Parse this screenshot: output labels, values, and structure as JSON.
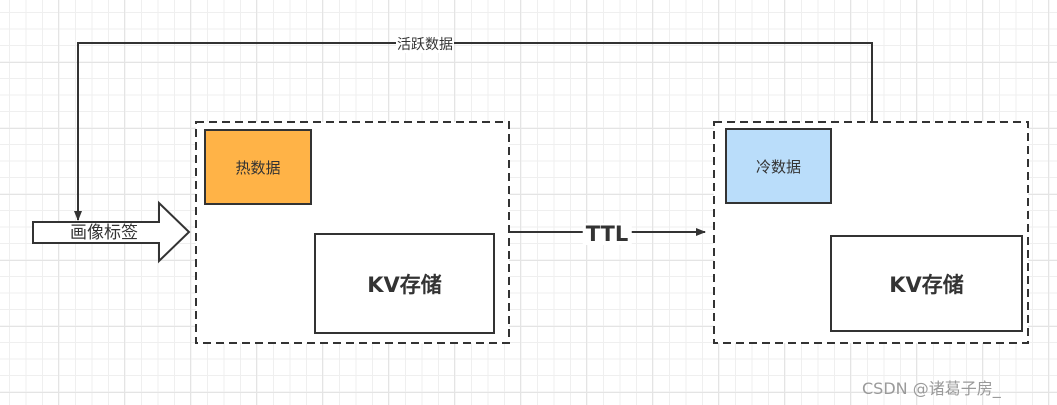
{
  "diagram": {
    "feedback_edge": {
      "label": "活跃数据"
    },
    "input_arrow": {
      "label": "画像标签"
    },
    "hot_tier": {
      "data_box": {
        "label": "热数据",
        "fill": "#FFB347"
      },
      "storage_box": {
        "label": "KV存储"
      }
    },
    "ttl_edge": {
      "label": "TTL"
    },
    "cold_tier": {
      "data_box": {
        "label": "冷数据",
        "fill": "#BADDFA"
      },
      "storage_box": {
        "label": "KV存储"
      }
    }
  },
  "watermark": "CSDN @诸葛子房_",
  "colors": {
    "stroke": "#333333",
    "hot": "#FFB347",
    "cold": "#BADDFA"
  }
}
